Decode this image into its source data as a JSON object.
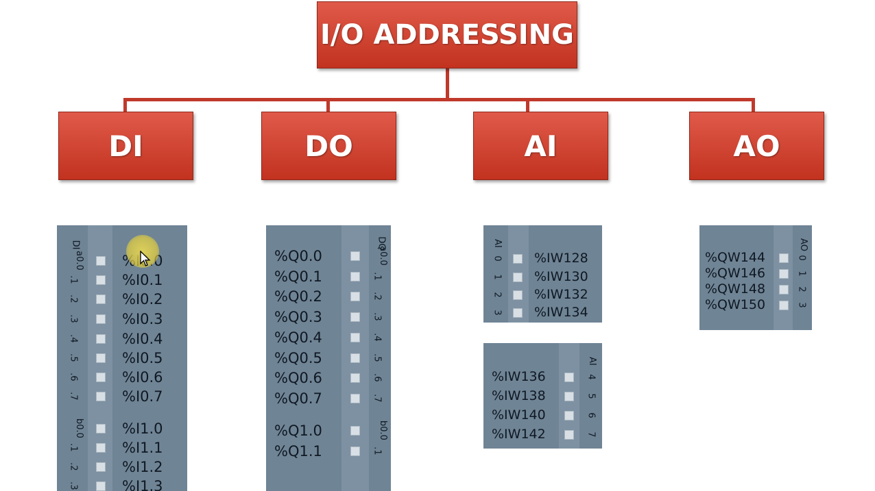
{
  "title": "I/O ADDRESSING",
  "categories": [
    "DI",
    "DO",
    "AI",
    "AO"
  ],
  "di_module": {
    "header": "DI",
    "rows": [
      {
        "addr": "%I0.0",
        "label": "a0.0"
      },
      {
        "addr": "%I0.1",
        "label": ".1"
      },
      {
        "addr": "%I0.2",
        "label": ".2"
      },
      {
        "addr": "%I0.3",
        "label": ".3"
      },
      {
        "addr": "%I0.4",
        "label": ".4"
      },
      {
        "addr": "%I0.5",
        "label": ".5"
      },
      {
        "addr": "%I0.6",
        "label": ".6"
      },
      {
        "addr": "%I0.7",
        "label": ".7"
      },
      {
        "addr": "%I1.0",
        "label": "b0.0"
      },
      {
        "addr": "%I1.1",
        "label": ".1"
      },
      {
        "addr": "%I1.2",
        "label": ".2"
      },
      {
        "addr": "%I1.3",
        "label": ".3"
      }
    ]
  },
  "do_module": {
    "header": "DQ",
    "rows": [
      {
        "addr": "%Q0.0",
        "label": "a0.0"
      },
      {
        "addr": "%Q0.1",
        "label": ".1"
      },
      {
        "addr": "%Q0.2",
        "label": ".2"
      },
      {
        "addr": "%Q0.3",
        "label": ".3"
      },
      {
        "addr": "%Q0.4",
        "label": ".4"
      },
      {
        "addr": "%Q0.5",
        "label": ".5"
      },
      {
        "addr": "%Q0.6",
        "label": ".6"
      },
      {
        "addr": "%Q0.7",
        "label": ".7"
      },
      {
        "addr": "%Q1.0",
        "label": "b0.0"
      },
      {
        "addr": "%Q1.1",
        "label": ".1"
      }
    ]
  },
  "ai_module_1": {
    "header": "AI",
    "rows": [
      {
        "addr": "%IW128",
        "label": "0"
      },
      {
        "addr": "%IW130",
        "label": "1"
      },
      {
        "addr": "%IW132",
        "label": "2"
      },
      {
        "addr": "%IW134",
        "label": "3"
      }
    ]
  },
  "ai_module_2": {
    "header": "AI",
    "rows": [
      {
        "addr": "%IW136",
        "label": "4"
      },
      {
        "addr": "%IW138",
        "label": "5"
      },
      {
        "addr": "%IW140",
        "label": "6"
      },
      {
        "addr": "%IW142",
        "label": "7"
      }
    ]
  },
  "ao_module": {
    "header": "AO",
    "rows": [
      {
        "addr": "%QW144",
        "label": "0"
      },
      {
        "addr": "%QW146",
        "label": "1"
      },
      {
        "addr": "%QW148",
        "label": "2"
      },
      {
        "addr": "%QW150",
        "label": "3"
      }
    ]
  },
  "colors": {
    "box_red": "#d2432f",
    "connector": "#c0392b",
    "module_bg": "#6f8495",
    "module_strip": "#7d91a2",
    "led": "#d8dfe5"
  }
}
